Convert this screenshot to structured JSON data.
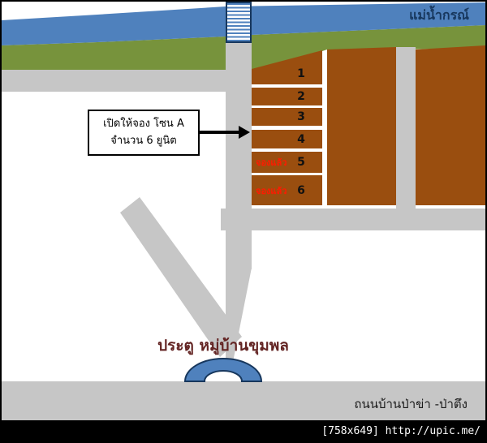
{
  "map": {
    "river_label": "แม่น้ำกรณ์",
    "gate_label": "ประตู หมู่บ้านขุมพล",
    "road_label": "ถนนบ้านป่าข่า -ป่าตึง",
    "callout": {
      "line1": "เปิดให้จอง โซน A",
      "line2": "จำนวน 6 ยูนิต"
    },
    "plots": {
      "zone_a": [
        {
          "number": "1",
          "status": ""
        },
        {
          "number": "2",
          "status": ""
        },
        {
          "number": "3",
          "status": ""
        },
        {
          "number": "4",
          "status": ""
        },
        {
          "number": "5",
          "status": "จองแล้ว"
        },
        {
          "number": "6",
          "status": "จองแล้ว"
        }
      ]
    },
    "colors": {
      "river_blue": "#4f81bd",
      "land_green": "#77933c",
      "plot_brown": "#9a4e0f",
      "road_gray": "#c6c6c6",
      "booked_red": "#ff1a00",
      "gate_text": "#632423",
      "river_text": "#17375d"
    }
  },
  "watermark": {
    "text": "[758x649] http://upic.me/"
  }
}
